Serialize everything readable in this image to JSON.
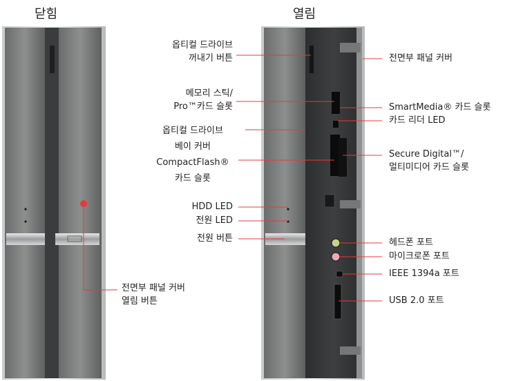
{
  "headers": {
    "closed": "닫힘",
    "open": "열림"
  },
  "labels": {
    "odd_eject": [
      "옵티컬 드라이브",
      "꺼내기 버튼"
    ],
    "memory_stick": [
      "메모리 스틱/",
      "Pro™카드 슬롯"
    ],
    "odd_bay_cf": [
      "옵티컬 드라이브",
      "베이 커버",
      "CompactFlash®",
      "카드 슬롯"
    ],
    "hdd_led": "HDD LED",
    "power_led": "전원 LED",
    "power_button": "전원 버튼",
    "front_cover_open": [
      "전면부 패널 커버",
      "열림 버튼"
    ],
    "front_cover": "전면부 패널 커버",
    "smartmedia": "SmartMedia® 카드 슬롯",
    "card_reader_led": "카드 리더 LED",
    "sd_mmc": [
      "Secure Digital™/",
      "멀티미디어 카드 슬롯"
    ],
    "headphone": "헤드폰 포트",
    "microphone": "마이크로폰 포트",
    "ieee1394": "IEEE 1394a 포트",
    "usb": "USB 2.0 포트"
  },
  "colors": {
    "leader": "#e8393c",
    "dot": "#e8393c",
    "headphone": "#c9d18a",
    "microphone": "#f0a8b8"
  }
}
